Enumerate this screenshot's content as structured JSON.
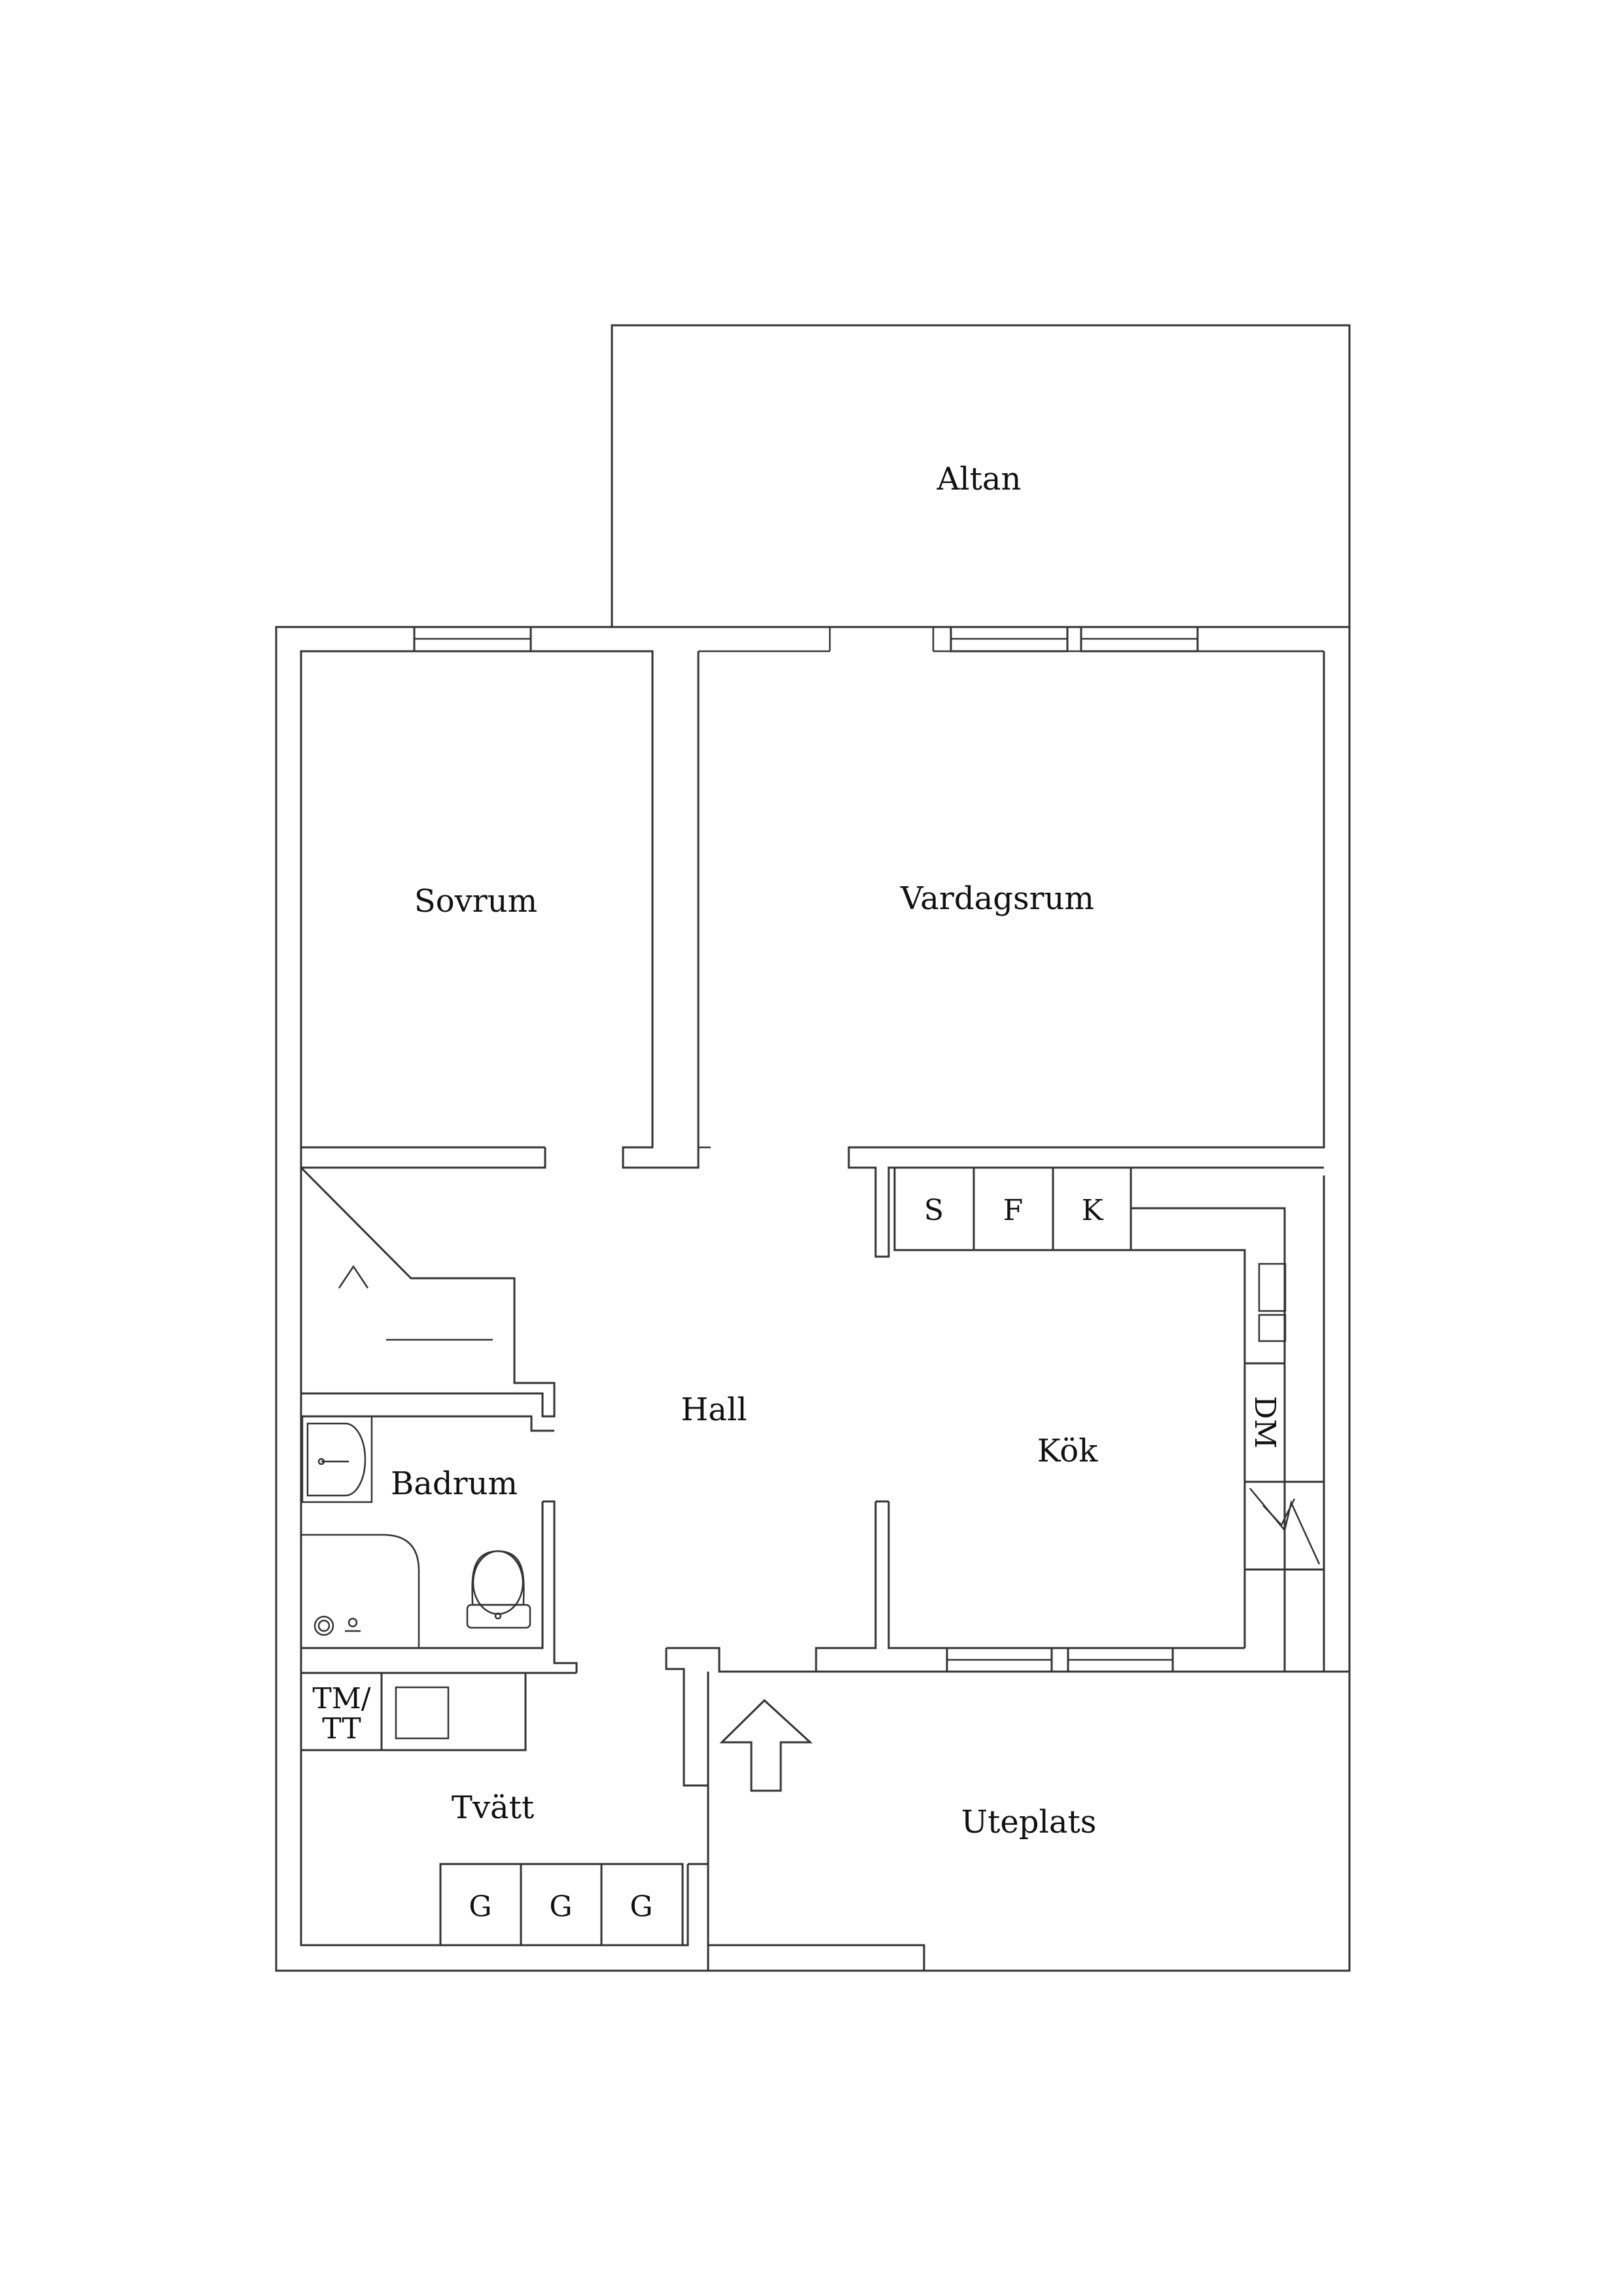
{
  "rooms": {
    "altan": "Altan",
    "sovrum": "Sovrum",
    "vardagsrum": "Vardagsrum",
    "hall": "Hall",
    "kok": "Kök",
    "badrum": "Badrum",
    "tvatt": "Tvätt",
    "uteplats": "Uteplats"
  },
  "fixtures": {
    "stove": "S",
    "fridge": "F",
    "freezer": "K",
    "dishwasher": "DM",
    "washer_dryer_line1": "TM/",
    "washer_dryer_line2": "TT",
    "wardrobe_1": "G",
    "wardrobe_2": "G",
    "wardrobe_3": "G"
  },
  "colors": {
    "line": "#333333",
    "background": "#ffffff"
  }
}
